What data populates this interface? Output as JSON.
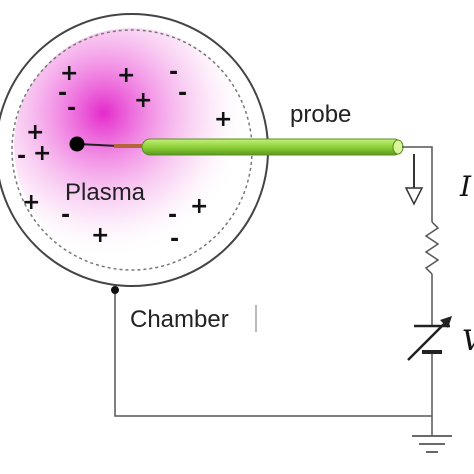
{
  "labels": {
    "plasma": "Plasma",
    "probe": "probe",
    "chamber": "Chamber"
  },
  "edge_labels": {
    "current": "I",
    "voltage": "V"
  },
  "charges": {
    "plus": "+",
    "minus": "-"
  },
  "colors": {
    "plasma_core": "#e21fc9",
    "probe_fill": "#8fd13a",
    "probe_edge": "#5a8f1f",
    "wire": "#555555"
  }
}
